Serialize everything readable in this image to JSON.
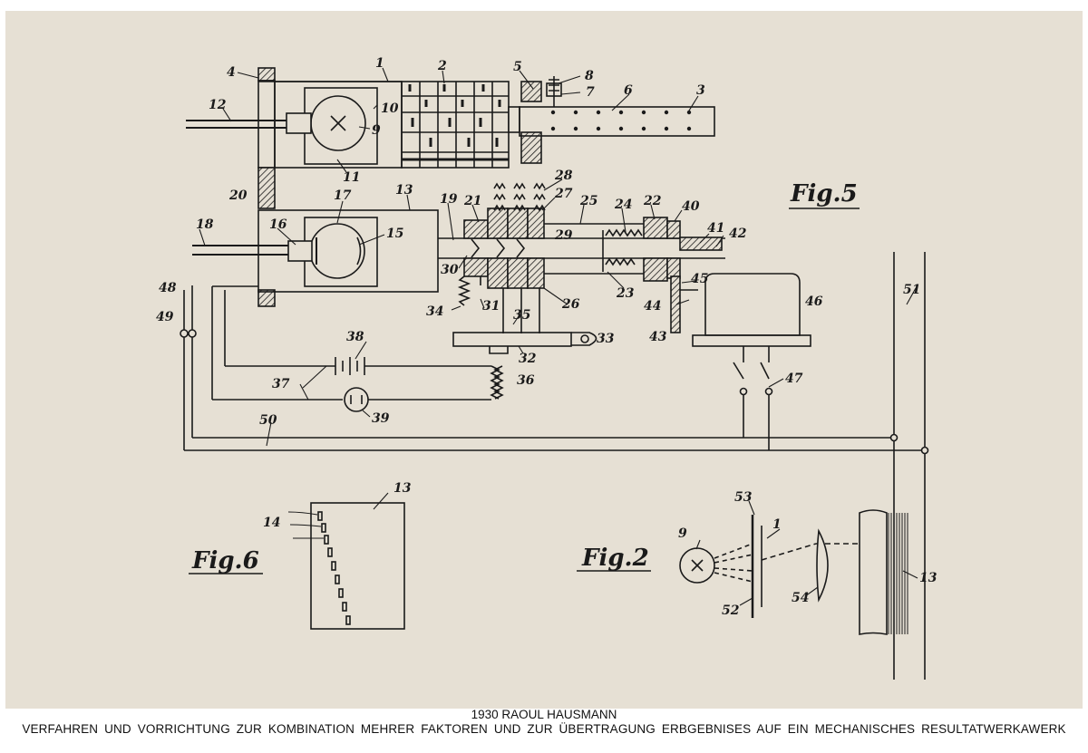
{
  "caption": {
    "year_author": "1930 RAOUL HAUSMANN",
    "title": "VERFAHREN UND VORRICHTUNG ZUR KOMBINATION MEHRER FAKTOREN UND ZUR ÜBERTRAGUNG ERBGEBNISES AUF EIN MECHANISCHES RESULTATWERKAWERK"
  },
  "figures": {
    "fig5": "Fig.5",
    "fig6": "Fig.6",
    "fig2": "Fig.2"
  },
  "labels": {
    "n1": "1",
    "n2": "2",
    "n3": "3",
    "n4": "4",
    "n5": "5",
    "n6": "6",
    "n7": "7",
    "n8": "8",
    "n9": "9",
    "n10": "10",
    "n11": "11",
    "n12": "12",
    "n13": "13",
    "n14": "14",
    "n15": "15",
    "n16": "16",
    "n17": "17",
    "n18": "18",
    "n19": "19",
    "n20": "20",
    "n21": "21",
    "n22": "22",
    "n23": "23",
    "n24": "24",
    "n25": "25",
    "n26": "26",
    "n27": "27",
    "n28": "28",
    "n29": "29",
    "n30": "30",
    "n31": "31",
    "n32": "32",
    "n33": "33",
    "n34": "34",
    "n35": "35",
    "n36": "36",
    "n37": "37",
    "n38": "38",
    "n39": "39",
    "n40": "40",
    "n41": "41",
    "n42": "42",
    "n43": "43",
    "n44": "44",
    "n45": "45",
    "n46": "46",
    "n47": "47",
    "n48": "48",
    "n49": "49",
    "n50": "50",
    "n51": "51",
    "n52": "52",
    "n53": "53",
    "n54": "54"
  },
  "colors": {
    "paper": "#e6e0d4",
    "ink": "#1a1a1a"
  }
}
